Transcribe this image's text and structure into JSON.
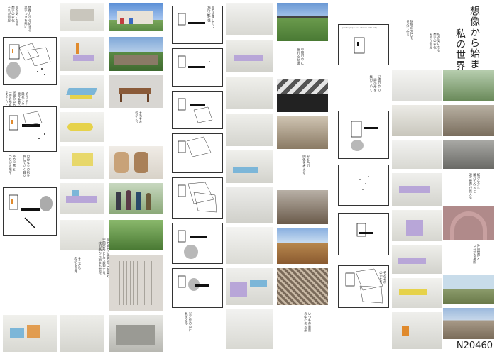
{
  "page_title_vertical": [
    "想像から始まる",
    "私の世界"
  ],
  "entry_code": "N20460",
  "frame_caption": "(photograph and sketch with art)",
  "captions": {
    "a": "想像力から始まる\n思いつきを形に",
    "b": "私が気になる\n想いの変化\nそれが部屋",
    "c": "紙から少し\n離れてみると\n違う世界が見える",
    "d": "記憶の中の\n一瞬の形を\n集めていく",
    "e": "それぞれ\nのかたち",
    "f": "私の中の記憶の欠片を集め、\n空間の形として表現する。\n一枚の紙から始まる世界。",
    "g": "自分なりの形を\n探していく日々",
    "h": "外の世界と\nつながる場所",
    "i": "そこから\n広がる世界",
    "j": "光と影の中に\n見える形",
    "k": "私の想像した\n場所の記憶",
    "l": "空間の中に\n現れる記憶",
    "m": "形と色の\n関係を考える",
    "n": "いつもの風景\nの中にある形",
    "o": "記憶の欠片を\n並べてみる"
  },
  "colors": {
    "sky": "#5b8fd6",
    "grass": "#6a9a4c",
    "wood": "#8a5a38",
    "model_lavender": "#b8a6d8",
    "model_yellow": "#e6d24a",
    "model_blue": "#7cb6d8",
    "arch_pink": "#b08a8a"
  }
}
